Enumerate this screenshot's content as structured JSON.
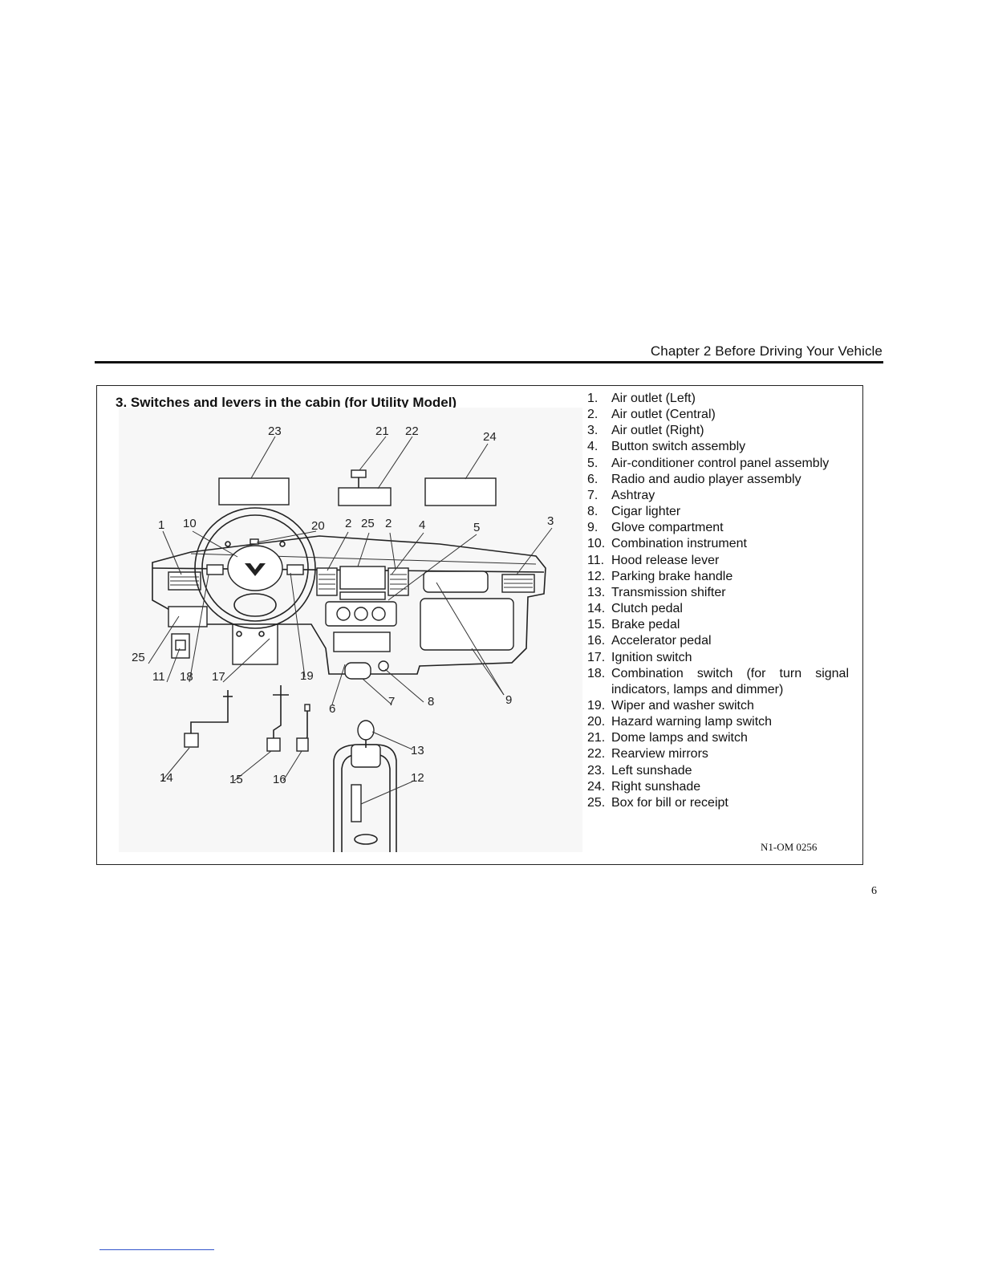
{
  "header": {
    "chapter": "Chapter 2 Before Driving Your Vehicle"
  },
  "section": {
    "title": "3. Switches and levers in the cabin (for Utility Model)"
  },
  "figure": {
    "code": "N1-OM 0256",
    "callouts": [
      "23",
      "21",
      "22",
      "24",
      "1",
      "10",
      "20",
      "2",
      "25",
      "2",
      "4",
      "5",
      "3",
      "25",
      "11",
      "18",
      "17",
      "19",
      "6",
      "7",
      "8",
      "9",
      "13",
      "12",
      "14",
      "15",
      "16"
    ]
  },
  "legend": [
    {
      "num": "1.",
      "text": "Air outlet (Left)"
    },
    {
      "num": "2.",
      "text": "Air outlet (Central)"
    },
    {
      "num": "3.",
      "text": "Air outlet (Right)"
    },
    {
      "num": "4.",
      "text": "Button switch assembly"
    },
    {
      "num": "5.",
      "text": "Air-conditioner control panel assembly"
    },
    {
      "num": "6.",
      "text": "Radio and audio player assembly"
    },
    {
      "num": "7.",
      "text": "Ashtray"
    },
    {
      "num": "8.",
      "text": "Cigar lighter"
    },
    {
      "num": "9.",
      "text": "Glove compartment"
    },
    {
      "num": "10.",
      "text": "Combination instrument"
    },
    {
      "num": "11.",
      "text": "Hood release lever"
    },
    {
      "num": "12.",
      "text": "Parking brake handle"
    },
    {
      "num": "13.",
      "text": "Transmission shifter"
    },
    {
      "num": "14.",
      "text": "Clutch pedal"
    },
    {
      "num": "15.",
      "text": "Brake pedal"
    },
    {
      "num": "16.",
      "text": "Accelerator pedal"
    },
    {
      "num": "17.",
      "text": "Ignition switch"
    },
    {
      "num": "18.",
      "text": "Combination switch (for turn signal indicators, lamps and dimmer)"
    },
    {
      "num": "19.",
      "text": "Wiper and washer switch"
    },
    {
      "num": "20.",
      "text": "Hazard warning lamp switch"
    },
    {
      "num": "21.",
      "text": "Dome lamps and switch"
    },
    {
      "num": "22.",
      "text": "Rearview mirrors"
    },
    {
      "num": "23.",
      "text": "Left sunshade"
    },
    {
      "num": "24.",
      "text": "Right sunshade"
    },
    {
      "num": "25.",
      "text": "Box for bill or receipt"
    }
  ],
  "page_number": "6"
}
